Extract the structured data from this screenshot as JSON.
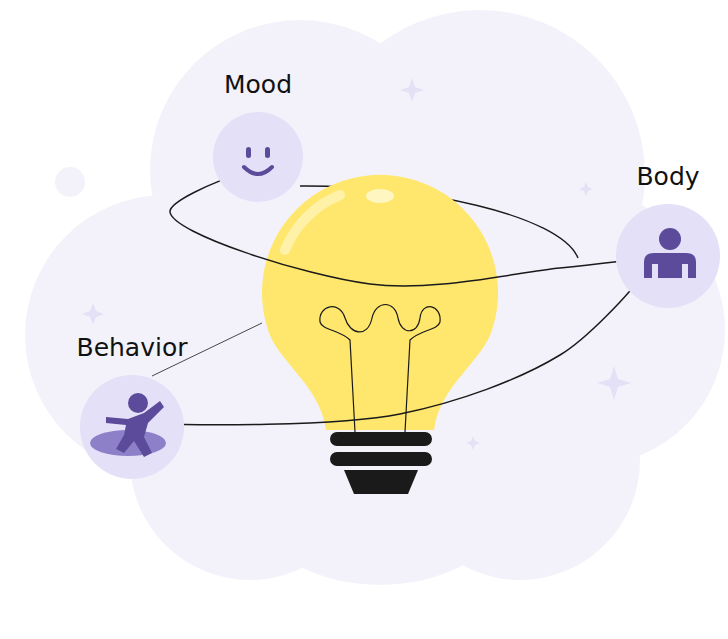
{
  "diagram": {
    "nodes": [
      {
        "text": [
          "Mood"
        ]
      },
      {
        "text": [
          "Body"
        ]
      },
      {
        "text": [
          "Behavior"
        ]
      }
    ],
    "edges": [
      {
        "from": 0,
        "to": 1,
        "arrow": "none"
      },
      {
        "from": 2,
        "to": 1,
        "arrow": "none"
      }
    ]
  }
}
